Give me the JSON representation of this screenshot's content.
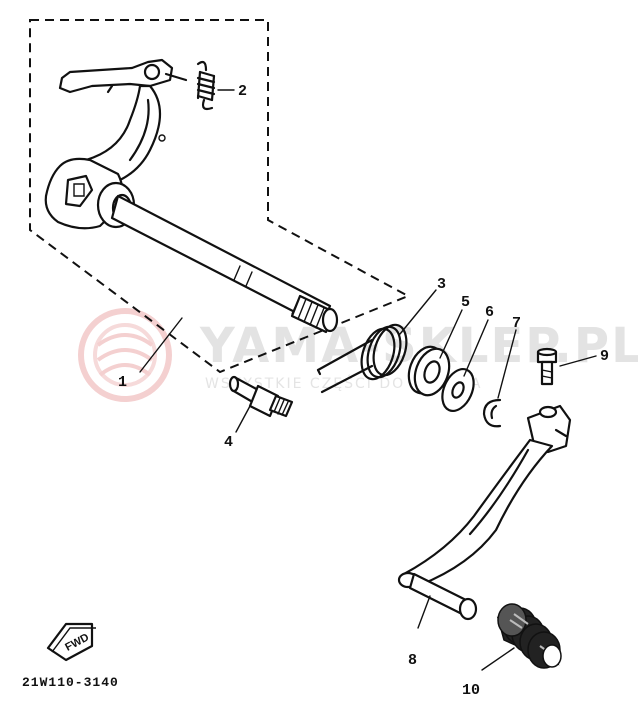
{
  "diagram": {
    "code": "21W110-3140",
    "fwd_label": "FWD",
    "watermark": {
      "main": "YAMA-SKLEP.PL",
      "sub": "WSZYSTKIE CZĘŚCI DO YAMAHA"
    },
    "callouts": [
      "1",
      "2",
      "3",
      "4",
      "5",
      "6",
      "7",
      "8",
      "9",
      "10"
    ]
  }
}
